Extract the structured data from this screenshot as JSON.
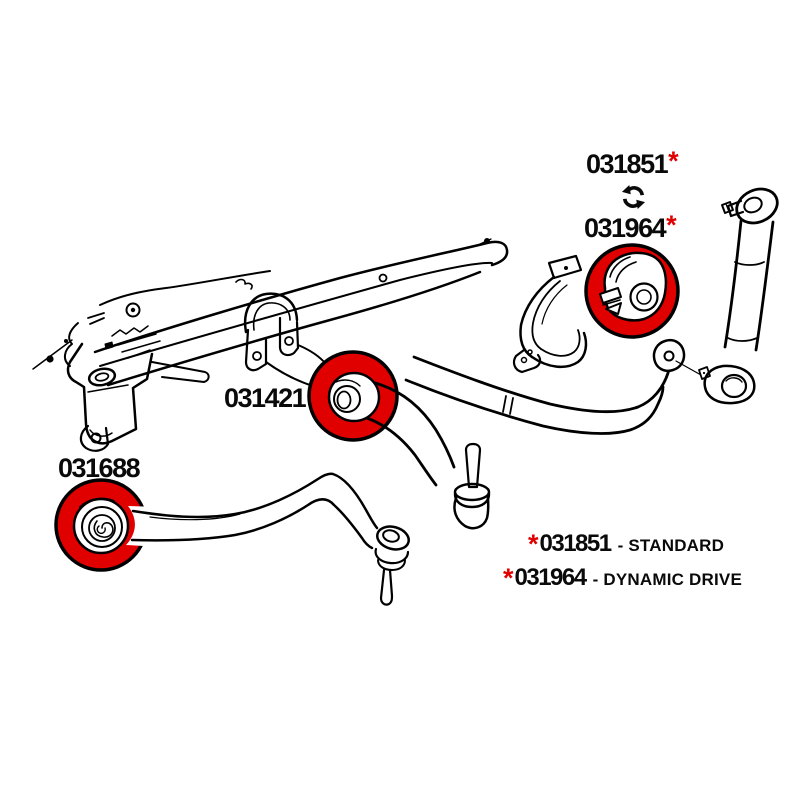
{
  "page": {
    "background": "#ffffff",
    "type": "suspension-parts-diagram"
  },
  "colors": {
    "highlight_red": "#e10000",
    "line_black": "#000000"
  },
  "icons": {
    "interchange": "swap-arrows-icon"
  },
  "labels": {
    "asterisk": "*",
    "part_031851": "031851",
    "part_031964": "031964",
    "part_031421": "031421",
    "part_031688": "031688"
  },
  "callouts": [
    {
      "id": "sway-bar-bushing",
      "parts": [
        "031851",
        "031964"
      ],
      "interchangeable": true
    },
    {
      "id": "tension-strut-bushing",
      "parts": [
        "031421"
      ],
      "interchangeable": false
    },
    {
      "id": "control-arm-bushing",
      "parts": [
        "031688"
      ],
      "interchangeable": false
    }
  ],
  "legend": {
    "items": [
      {
        "asterisk": "*",
        "part": "031851",
        "suffix": "- STANDARD"
      },
      {
        "asterisk": "*",
        "part": "031964",
        "suffix": "- DYNAMIC DRIVE"
      }
    ]
  }
}
